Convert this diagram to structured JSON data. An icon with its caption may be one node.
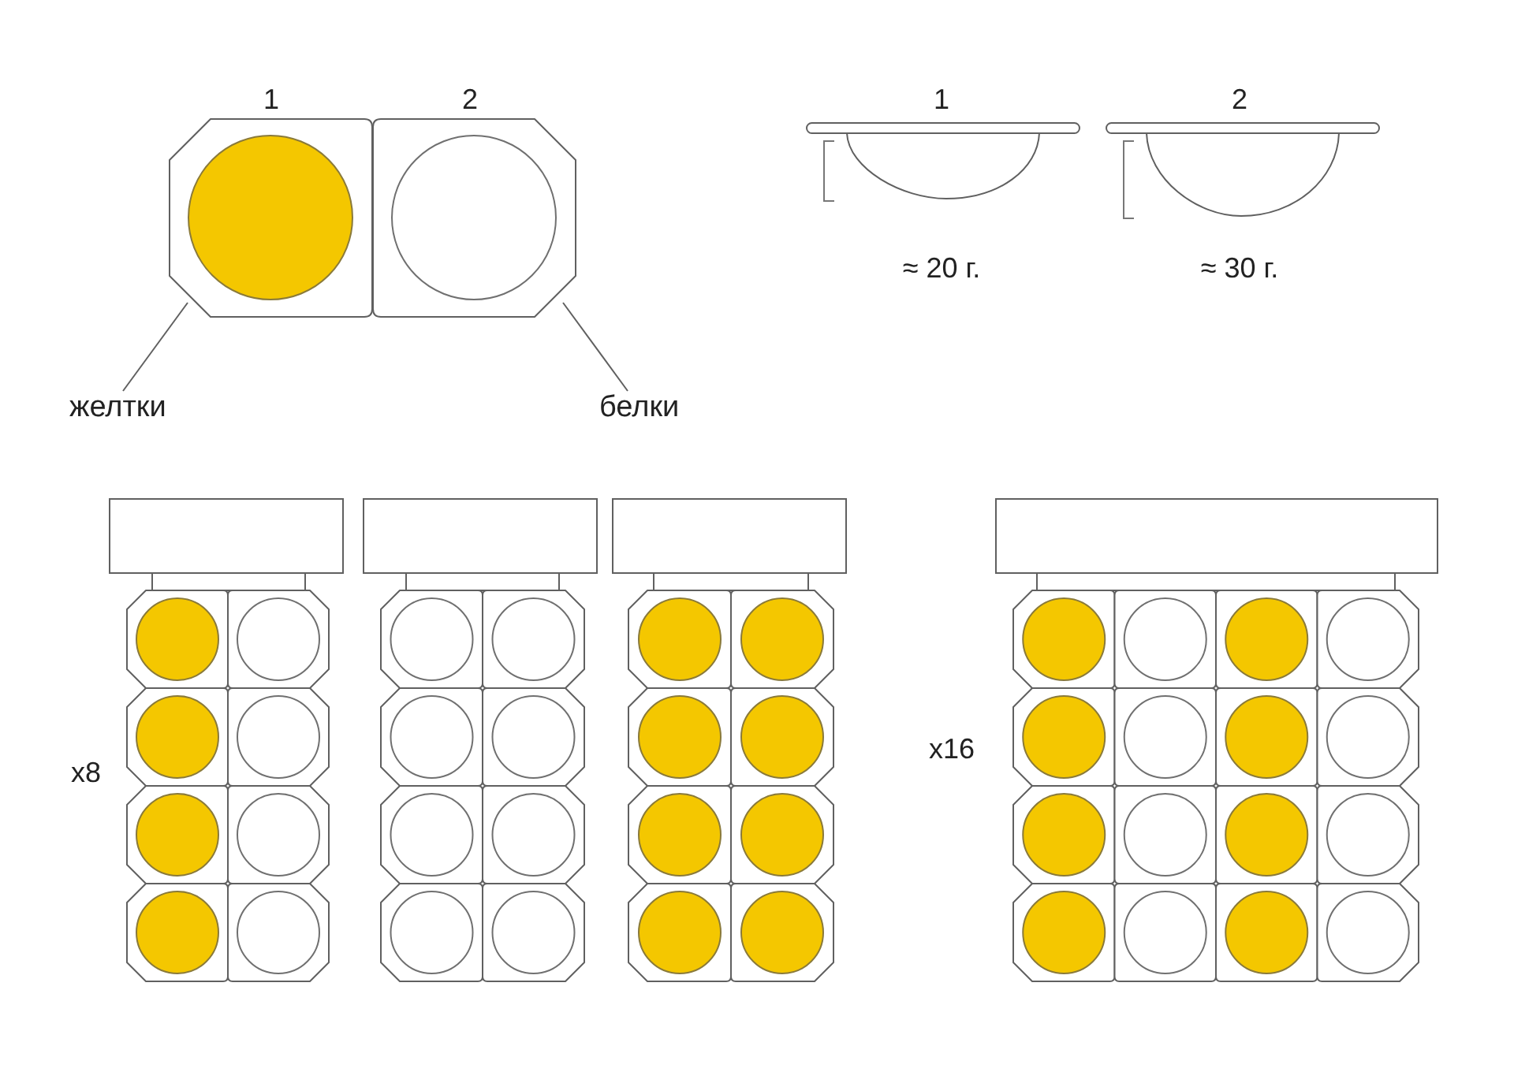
{
  "diagram": {
    "nodes": [
      {
        "text": [
          "1"
        ]
      },
      {
        "text": [
          "2"
        ]
      },
      {
        "text": [
          "желтки"
        ]
      },
      {
        "text": [
          "белки"
        ]
      },
      {
        "text": [
          "1"
        ],
        "beside": [
          "≈ 20 г."
        ]
      },
      {
        "text": [
          "2"
        ],
        "beside": [
          "≈ 30 г."
        ]
      }
    ],
    "edges": [
      {
        "from": 2,
        "to": 0,
        "arrow": "none"
      },
      {
        "from": 3,
        "to": 1,
        "arrow": "none"
      }
    ],
    "labels": [
      "x8",
      "x16"
    ]
  }
}
